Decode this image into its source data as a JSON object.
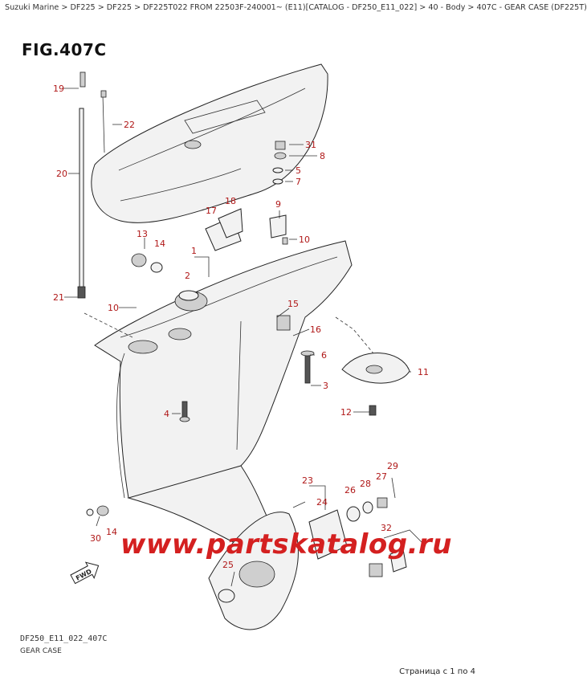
{
  "breadcrumb": "Suzuki Marine > DF225 > DF225 > DF225T022 FROM 22503F-240001~ (E11)[CATALOG - DF250_E11_022] > 40 - Body > 407C - GEAR CASE (DF225T)",
  "figure": {
    "title": "FIG.407C"
  },
  "footer": {
    "code": "DF250_E11_022_407C",
    "name": "GEAR CASE"
  },
  "pager": "Страница с 1 по 4",
  "watermark": "www.partskatalog.ru",
  "fwd_badge": "FWD",
  "callouts": [
    "19",
    "22",
    "20",
    "21",
    "31",
    "8",
    "5",
    "7",
    "9",
    "10",
    "18",
    "17",
    "13",
    "14",
    "1",
    "2",
    "10",
    "15",
    "16",
    "6",
    "3",
    "11",
    "12",
    "4",
    "29",
    "27",
    "28",
    "26",
    "23",
    "24",
    "32",
    "30",
    "14",
    "25"
  ],
  "colors": {
    "callout": "#b01818",
    "watermark": "#d42020"
  }
}
